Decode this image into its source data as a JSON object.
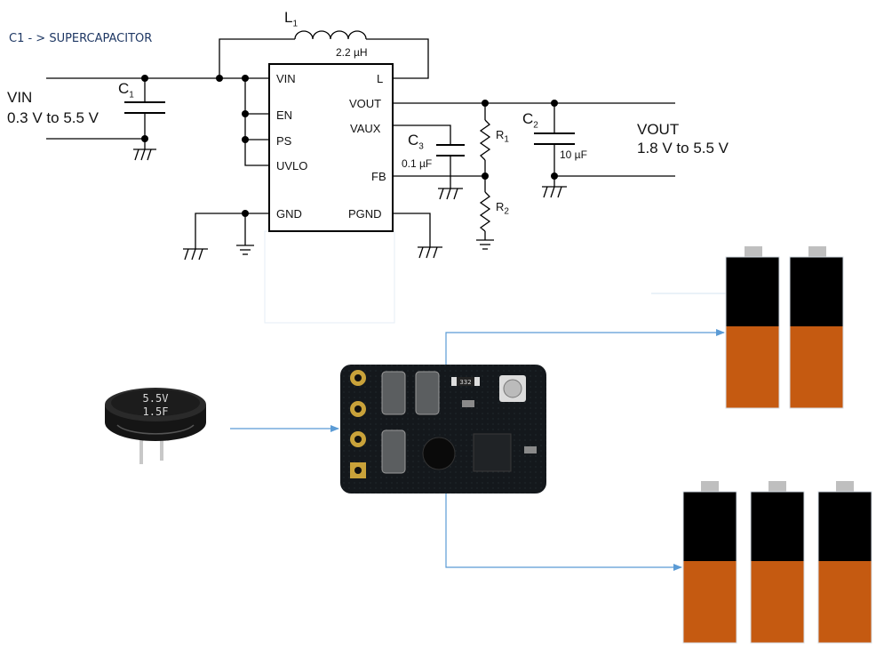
{
  "note": "C1 - > SUPERCAPACITOR",
  "schematic": {
    "vin_label": "VIN",
    "vin_range": "0.3 V to 5.5 V",
    "vout_label": "VOUT",
    "vout_range": "1.8 V to 5.5 V",
    "l1": {
      "name": "L",
      "sub": "1",
      "value": "2.2 µH"
    },
    "c1": {
      "name": "C",
      "sub": "1"
    },
    "c2": {
      "name": "C",
      "sub": "2",
      "value": "10 µF"
    },
    "c3": {
      "name": "C",
      "sub": "3",
      "value": "0.1 µF"
    },
    "r1": {
      "name": "R",
      "sub": "1"
    },
    "r2": {
      "name": "R",
      "sub": "2"
    },
    "ic_pins_left": [
      "VIN",
      "EN",
      "PS",
      "UVLO",
      "GND"
    ],
    "ic_pins_right": [
      "L",
      "VOUT",
      "VAUX",
      "FB",
      "PGND"
    ]
  },
  "supercap": {
    "voltage": "5.5V",
    "capacitance": "1.5F"
  },
  "board": {
    "chip_marking": "332"
  },
  "colors": {
    "wire": "#000000",
    "arrow": "#5b9bd5",
    "battery_top": "#000000",
    "battery_bottom": "#c55a11",
    "battery_terminal": "#bfbfbf",
    "note_text": "#1f3864",
    "pcb": "#14181c"
  },
  "battery_groups": [
    {
      "count": 2
    },
    {
      "count": 3
    }
  ]
}
